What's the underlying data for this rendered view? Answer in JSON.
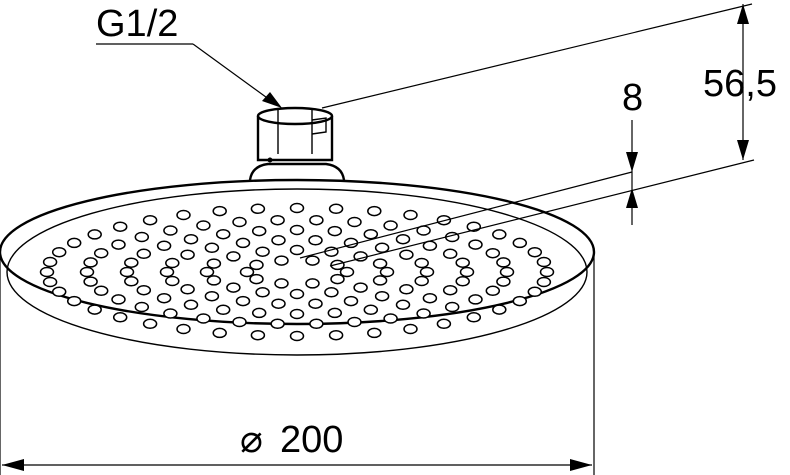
{
  "labels": {
    "thread": "G1/2",
    "height_total": "56,5",
    "plate_thickness": "8",
    "diameter_symbol": "⌀",
    "diameter": "200"
  },
  "colors": {
    "line": "#000000",
    "background": "#ffffff"
  }
}
